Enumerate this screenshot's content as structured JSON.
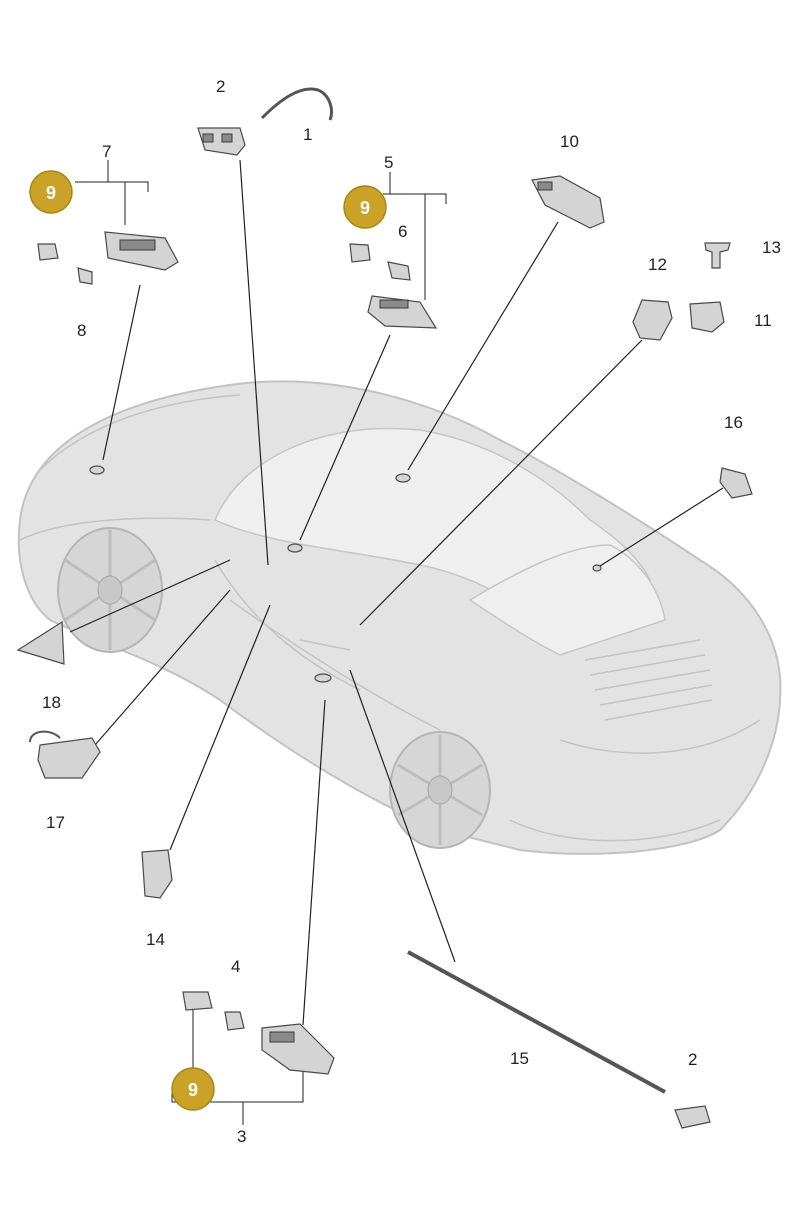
{
  "callouts": {
    "n1": "1",
    "n2_top": "2",
    "n2_bottom": "2",
    "n3": "3",
    "n4": "4",
    "n5": "5",
    "n6": "6",
    "n7": "7",
    "n8": "8",
    "n10": "10",
    "n11": "11",
    "n12": "12",
    "n13": "13",
    "n14": "14",
    "n15": "15",
    "n16": "16",
    "n17": "17",
    "n18": "18"
  },
  "badges": {
    "b_left": "9",
    "b_mid": "9",
    "b_bottom": "9"
  },
  "colors": {
    "badge_fill": "#c9a227",
    "badge_stroke": "#a8861a"
  }
}
